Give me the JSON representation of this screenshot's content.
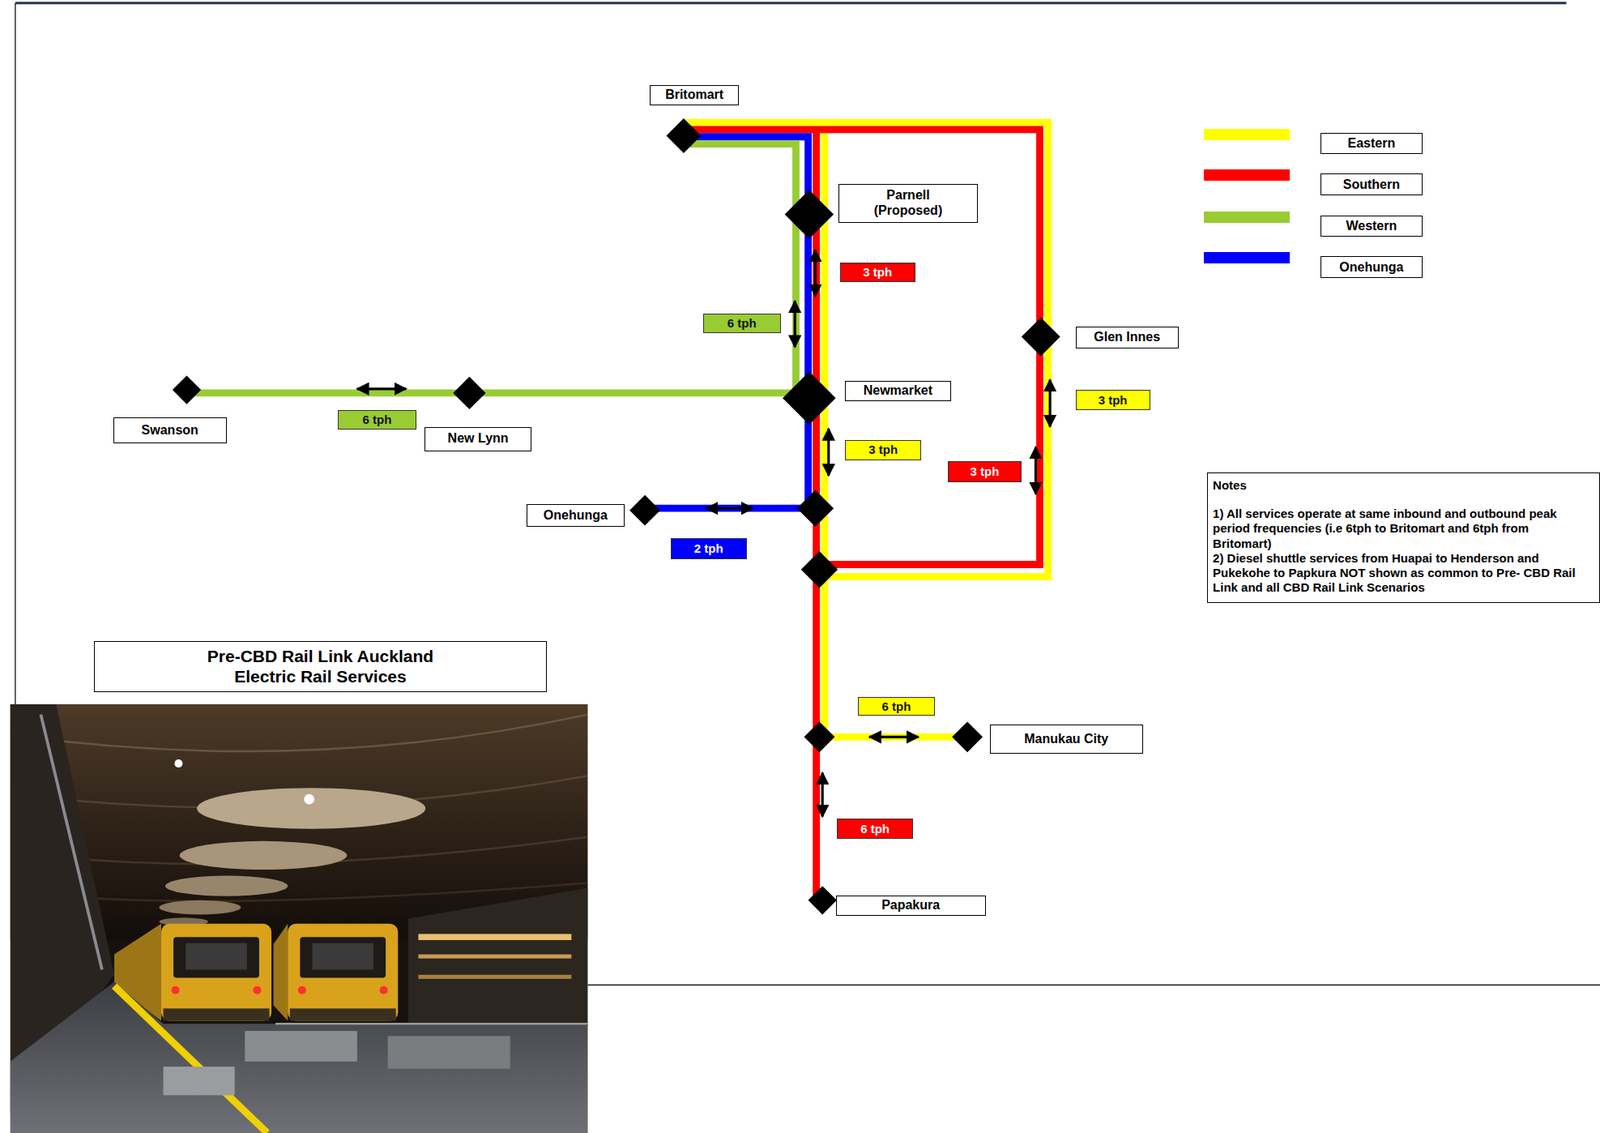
{
  "diagram": {
    "title": "Pre-CBD Rail Link Auckland Electric Rail Services",
    "nodes": [
      {
        "text": [
          "Britomart"
        ]
      },
      {
        "text": [
          "Parnell (Proposed)"
        ]
      },
      {
        "text": [
          "3 tph"
        ]
      },
      {
        "text": [
          "6 tph"
        ]
      },
      {
        "text": [
          "Glen Innes"
        ]
      },
      {
        "text": [
          "Newmarket"
        ]
      },
      {
        "text": [
          "3 tph"
        ]
      },
      {
        "text": [
          "Swanson"
        ]
      },
      {
        "text": [
          "6 tph"
        ]
      },
      {
        "text": [
          "New Lynn"
        ]
      },
      {
        "text": [
          "3 tph"
        ]
      },
      {
        "text": [
          "3 tph"
        ]
      },
      {
        "text": [
          "Notes",
          "1) All services operate at same inbound and outbound peak period frequencies (i.e 6tph to Britomart and 6tph from Britomart)",
          "2) Diesel shuttle services from Huapai to Henderson and Pukekohe to Papkura NOT shown as common to Pre- CBD Rail Link and all CBD Rail Link Scenarios"
        ]
      },
      {
        "text": [
          "Onehunga"
        ]
      },
      {
        "text": [
          "2 tph"
        ]
      },
      {
        "text": [
          "6 tph"
        ]
      },
      {
        "text": [
          "Manukau City"
        ]
      },
      {
        "text": [
          "6 tph"
        ]
      },
      {
        "text": [
          "Papakura"
        ]
      }
    ],
    "legend": [
      {
        "text": "Eastern",
        "color": "#ffff00"
      },
      {
        "text": "Southern",
        "color": "#ff0000"
      },
      {
        "text": "Western",
        "color": "#99cc33"
      },
      {
        "text": "Onehunga",
        "color": "#0000ff"
      }
    ]
  }
}
